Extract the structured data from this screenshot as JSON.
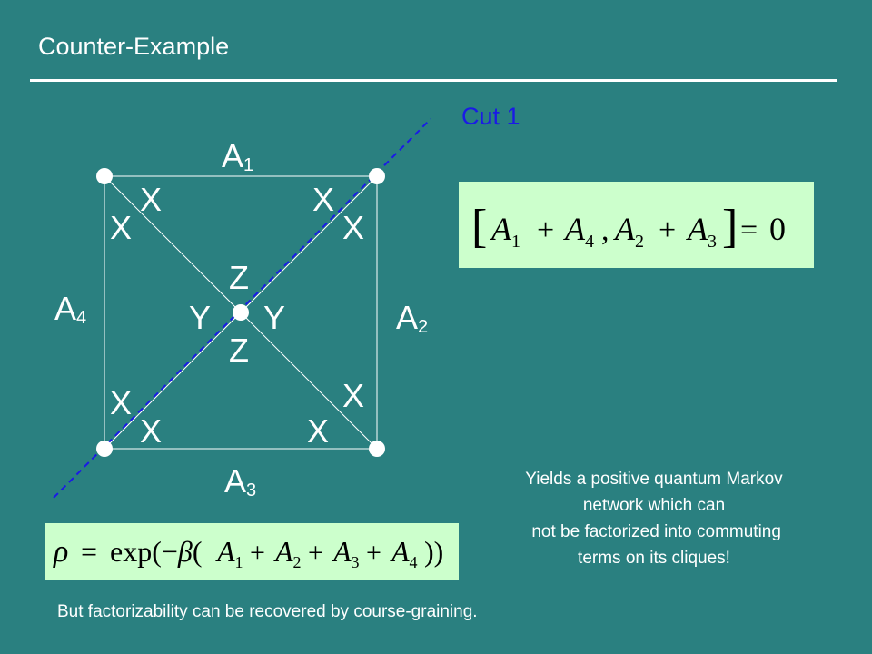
{
  "title": "Counter-Example",
  "cut_label": "Cut 1",
  "diagram": {
    "edges": {
      "top": {
        "base": "A",
        "sub": "1"
      },
      "right": {
        "base": "A",
        "sub": "2"
      },
      "bottom": {
        "base": "A",
        "sub": "3"
      },
      "left": {
        "base": "A",
        "sub": "4"
      }
    },
    "corner_labels": [
      "X",
      "X",
      "X",
      "X",
      "X",
      "X",
      "X",
      "X"
    ],
    "center_labels": {
      "top": "Z",
      "bottom": "Z",
      "left": "Y",
      "right": "Y"
    }
  },
  "equations": {
    "commutator": {
      "lhs_terms": [
        "A1 + A4",
        "A2 + A3"
      ],
      "rhs": "0"
    },
    "density": {
      "lhs": "ρ",
      "rhs": "exp(−β(A1 + A2 + A3 + A4))"
    }
  },
  "note_lines": [
    "Yields a positive quantum Markov",
    "network which can",
    " not be factorized into commuting",
    "terms on its cliques!"
  ],
  "footer": "But factorizability can be recovered by course-graining.",
  "colors": {
    "background": "#2a8080",
    "cut_line": "#1a1ae6",
    "equation_box": "#ccffcc",
    "text": "#ffffff"
  }
}
